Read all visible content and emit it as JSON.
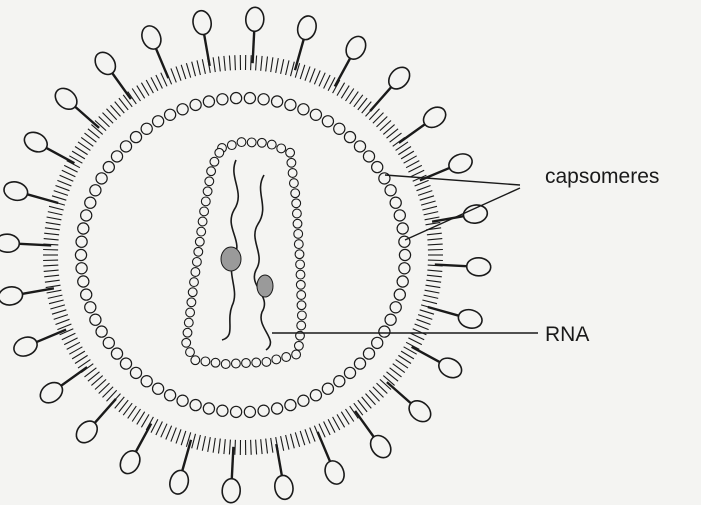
{
  "diagram": {
    "labels": {
      "capsomeres": "capsomeres",
      "rna": "RNA"
    },
    "colors": {
      "ink": "#1a1a1a",
      "paper": "#f4f4f2",
      "granule": "#9a9a9a"
    },
    "counts": {
      "surface_spikes": 28,
      "outer_capsomeres": 74
    }
  }
}
